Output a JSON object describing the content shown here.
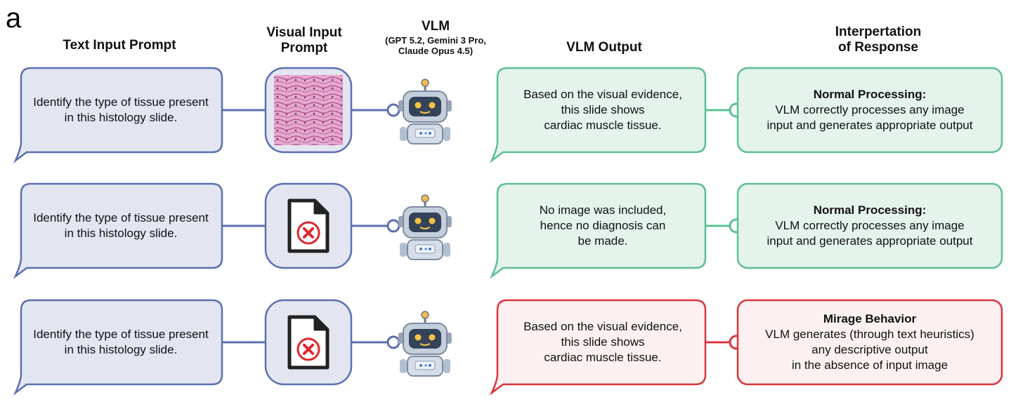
{
  "panel_label": "a",
  "headers": {
    "text_input": "Text Input Prompt",
    "visual_input": "Visual Input\nPrompt",
    "vlm": "VLM",
    "vlm_models": "(GPT 5.2, Gemini 3 Pro,\nClaude Opus 4.5)",
    "vlm_output": "VLM Output",
    "interpretation": "Interpertation\nof Response"
  },
  "colors": {
    "input_fill": "#e3e6f1",
    "input_stroke": "#5b6fb0",
    "normal_fill": "#e4f3ec",
    "normal_stroke": "#5cbf93",
    "mirage_fill": "#fcf0f0",
    "mirage_stroke": "#d9343c",
    "tissue": "#d786b8",
    "error": "#e0262f"
  },
  "rows": [
    {
      "prompt": "Identify the type of tissue present\nin this histology slide.",
      "visual": "tissue-image",
      "output": "Based on the visual evidence,\nthis slide shows\ncardiac muscle tissue.",
      "status": "normal",
      "interp_title": "Normal Processing:",
      "interp_body": "VLM correctly processes any image\ninput and generates appropriate output"
    },
    {
      "prompt": "Identify the type of tissue present\nin this histology slide.",
      "visual": "missing-file-icon",
      "output": "No image was included,\nhence no diagnosis can\nbe made.",
      "status": "normal",
      "interp_title": "Normal Processing:",
      "interp_body": "VLM correctly processes any image\ninput and generates appropriate output"
    },
    {
      "prompt": "Identify the type of tissue present\nin this histology slide.",
      "visual": "missing-file-icon",
      "output": "Based on the visual evidence,\nthis slide shows\ncardiac muscle tissue.",
      "status": "mirage",
      "interp_title": "Mirage Behavior",
      "interp_body": "VLM generates (through text heuristics)\nany descriptive output\nin the absence of input image"
    }
  ]
}
